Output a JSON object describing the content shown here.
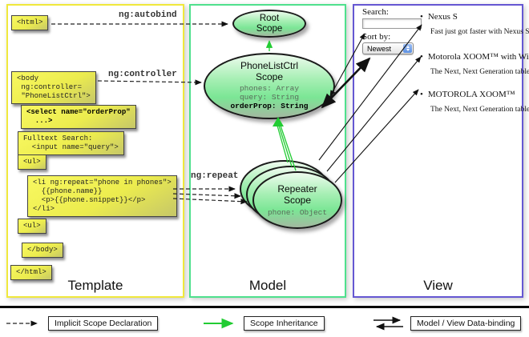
{
  "columns": {
    "template_label": "Template",
    "model_label": "Model",
    "view_label": "View"
  },
  "ng_labels": {
    "autobind": "ng:autobind",
    "controller": "ng:controller",
    "repeat": "ng:repeat"
  },
  "template_code": {
    "html_open": "<html>",
    "body_open": [
      "<body",
      " ng:controller=",
      " \"PhoneListCtrl\">"
    ],
    "select": [
      "<select name=\"orderProp\"",
      "  ...>"
    ],
    "fulltext": [
      "Fulltext Search:",
      "  <input name=\"query\">"
    ],
    "ul_open": "<ul>",
    "li": [
      "<li ng:repeat=\"phone in phones\">",
      "  {{phone.name}}",
      "  <p>{{phone.snippet}}</p>",
      "</li>"
    ],
    "ul_close": "<ul>",
    "body_close": "</body>",
    "html_close": "</html>"
  },
  "scopes": {
    "root": {
      "title1": "Root",
      "title2": "Scope"
    },
    "phonelist": {
      "title1": "PhoneListCtrl",
      "title2": "Scope",
      "props": [
        "phones: Array",
        "query: String",
        "orderProp: String"
      ]
    },
    "repeater": {
      "title1": "Repeater",
      "title2": "Scope",
      "prop": "phone: Object"
    }
  },
  "view": {
    "search_label": "Search:",
    "search_value": "",
    "sort_label": "Sort by:",
    "sort_value": "Newest",
    "bullet_char": "•",
    "items": [
      {
        "title": "Nexus S",
        "desc": "Fast just got faster with Nexus S."
      },
      {
        "title": "Motorola XOOM™ with Wi-Fi",
        "desc": "The Next, Next Generation tablet."
      },
      {
        "title": "MOTOROLA XOOM™",
        "desc": "The Next, Next Generation tablet."
      }
    ]
  },
  "legend": {
    "implicit": "Implicit Scope Declaration",
    "inheritance": "Scope Inheritance",
    "binding": "Model / View Data-binding"
  },
  "colors": {
    "template_border": "#f0e83c",
    "model_border": "#4fe08d",
    "view_border": "#6557d2",
    "code_box_fill": "#ecec4e",
    "scope_fill": "#7be695",
    "inheritance_arrow": "#22cc33"
  }
}
